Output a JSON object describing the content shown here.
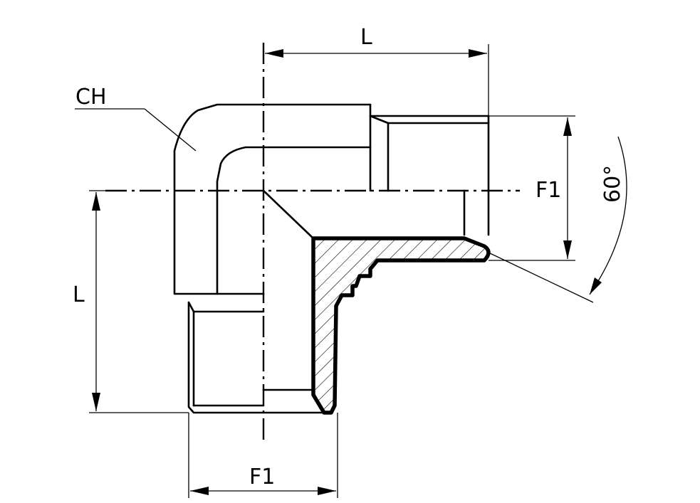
{
  "labels": {
    "top_length": "L",
    "left_length": "L",
    "hex_size": "CH",
    "right_thread": "F1",
    "bottom_thread": "F1",
    "thread_angle": "60°"
  }
}
